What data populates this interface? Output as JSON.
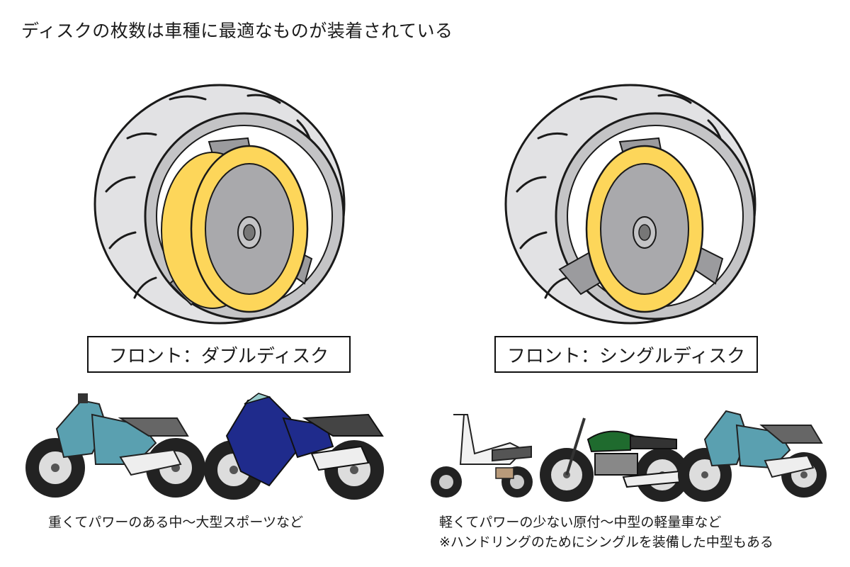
{
  "title": "ディスクの枚数は車種に最適なものが装着されている",
  "left_panel": {
    "label": "フロント：ダブルディスク",
    "caption": "重くてパワーのある中〜大型スポーツなど"
  },
  "right_panel": {
    "label": "フロント：シングルディスク",
    "caption_line1": "軽くてパワーの少ない原付〜中型の軽量車など",
    "caption_line2": "※ハンドリングのためにシングルを装備した中型もある"
  },
  "colors": {
    "tire": "#e2e2e4",
    "rim": "#c4c4c6",
    "hub": "#9b9b9e",
    "disc": "#fdd65a",
    "disc_inner": "#a9a9ac",
    "sport_teal": "#5aa0b0",
    "sport_blue": "#1f2b8c",
    "tank_green": "#1f6b2e"
  }
}
